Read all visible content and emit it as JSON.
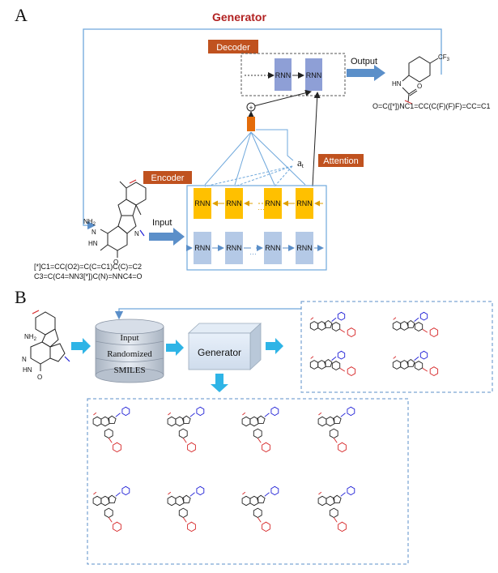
{
  "panel_a": {
    "letter": "A",
    "title": "Generator",
    "decoder_label": "Decoder",
    "encoder_label": "Encoder",
    "attention_label": "Attention",
    "attention_symbol": "a",
    "attention_sub": "t",
    "plus_symbol": "+",
    "input_label": "Input",
    "output_label": "Output",
    "rnn_label": "RNN",
    "dots": "…",
    "input_smiles_line1": "[*]C1=CC(O2)=C(C=C1)C(C)=C2",
    "input_smiles_line2": "C3=C(C4=NN3[*])C(N)=NNC4=O",
    "output_smiles": "O=C([*])NC1=CC(C(F)(F)F)=CC=C1",
    "output_cf3": "CF",
    "output_cf3_sub": "3",
    "input_nh2": "NH",
    "input_nh2_sub": "2",
    "colors": {
      "title_red": "#b22222",
      "label_box": "#c0521f",
      "rnn_blue": "#8e9fd6",
      "rnn_yellow": "#ffc000",
      "rnn_light": "#b4c9e6",
      "attention_orange": "#e46c0a",
      "arrow_blue": "#5b8fc9",
      "line_blue": "#6fa8dc"
    }
  },
  "panel_b": {
    "letter": "B",
    "db_line1": "Input",
    "db_line2": "Randomized",
    "db_line3": "SMILES",
    "generator_label": "Generator",
    "colors": {
      "arrow_cyan": "#2eb4e6",
      "dash_border": "#5b8fc9",
      "mol_red": "#d62728",
      "mol_blue": "#1f1fd6"
    }
  }
}
